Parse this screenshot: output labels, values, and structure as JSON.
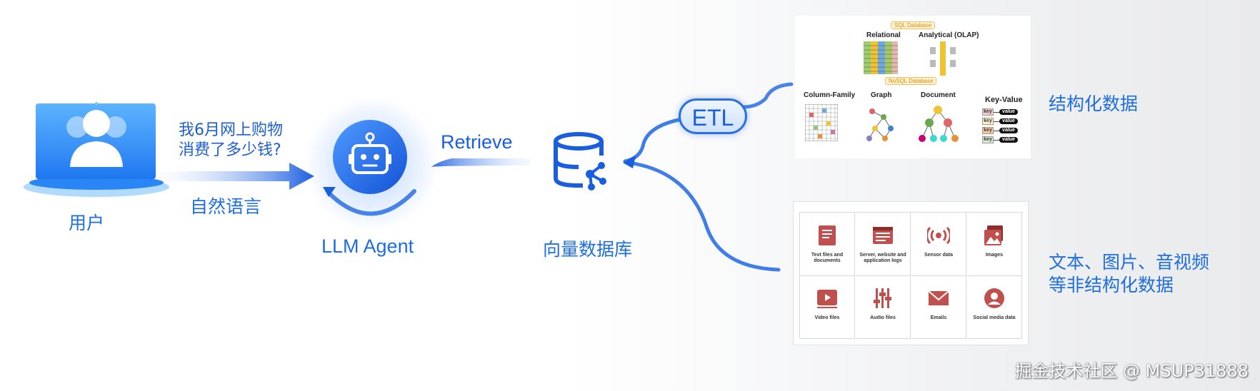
{
  "user": {
    "label": "用户"
  },
  "query": {
    "line1": "我6月网上购物",
    "line2": "消费了多少钱?",
    "caption": "自然语言"
  },
  "agent": {
    "label": "LLM Agent"
  },
  "retrieve": {
    "label": "Retrieve"
  },
  "vectordb": {
    "label": "向量数据库"
  },
  "etl": {
    "label": "ETL"
  },
  "structured": {
    "label": "结构化数据",
    "sql_badge": "SQL Database",
    "relational": "Relational",
    "analytical": "Analytical (OLAP)",
    "nosql_badge": "NoSQL Database",
    "column_family": "Column-Family",
    "graph": "Graph",
    "document": "Document",
    "key_value": "Key-Value",
    "key": "key",
    "value": "value"
  },
  "unstructured": {
    "label_line1": "文本、图片、音视频",
    "label_line2": "等非结构化数据",
    "items": [
      {
        "label": "Text files and documents",
        "icon": "document-icon"
      },
      {
        "label": "Server, website and application logs",
        "icon": "log-window-icon"
      },
      {
        "label": "Sensor data",
        "icon": "sensor-icon"
      },
      {
        "label": "Images",
        "icon": "images-icon"
      },
      {
        "label": "Video files",
        "icon": "video-icon"
      },
      {
        "label": "Audio files",
        "icon": "audio-icon"
      },
      {
        "label": "Emails",
        "icon": "email-icon"
      },
      {
        "label": "Social media data",
        "icon": "social-icon"
      }
    ]
  },
  "colors": {
    "primary": "#1e6ee0",
    "icon_red": "#c0504d"
  },
  "watermark": "掘金技术社区 @ MSUP31888"
}
